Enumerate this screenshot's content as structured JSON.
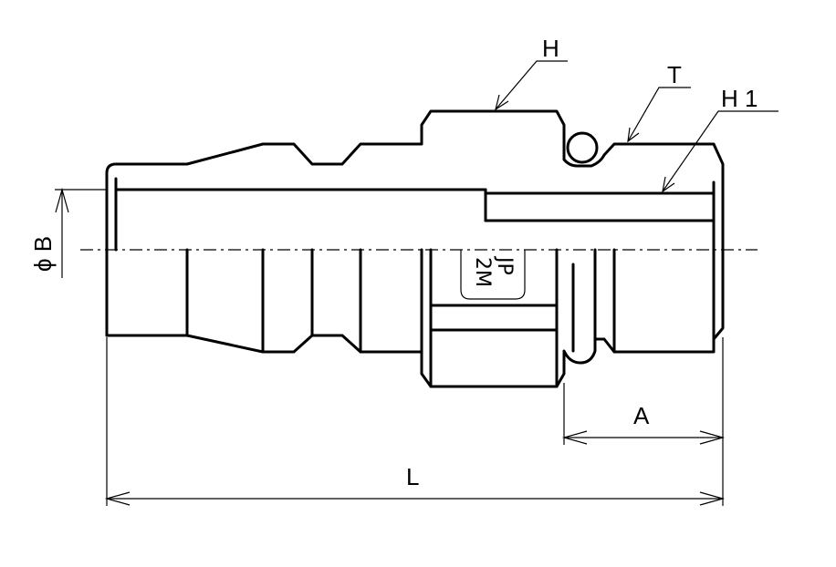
{
  "labels": {
    "H": "H",
    "T": "T",
    "H1": "H 1",
    "A": "A",
    "L": "L",
    "phiB": "ϕ B"
  },
  "body_marking": {
    "line1": "JP",
    "line2": "2M"
  }
}
